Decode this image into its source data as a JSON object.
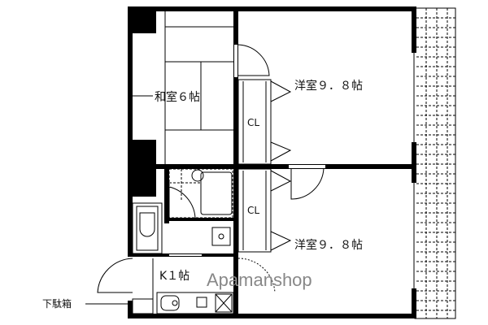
{
  "rooms": {
    "washitsu": "和室６帖",
    "yoshitsu_upper": "洋室９．８帖",
    "yoshitsu_lower": "洋室９．８帖",
    "closet_upper": "CL",
    "closet_lower": "CL",
    "kitchen": "K１帖"
  },
  "labels": {
    "shoe_box": "下駄箱"
  },
  "watermark": "Apamanshop"
}
